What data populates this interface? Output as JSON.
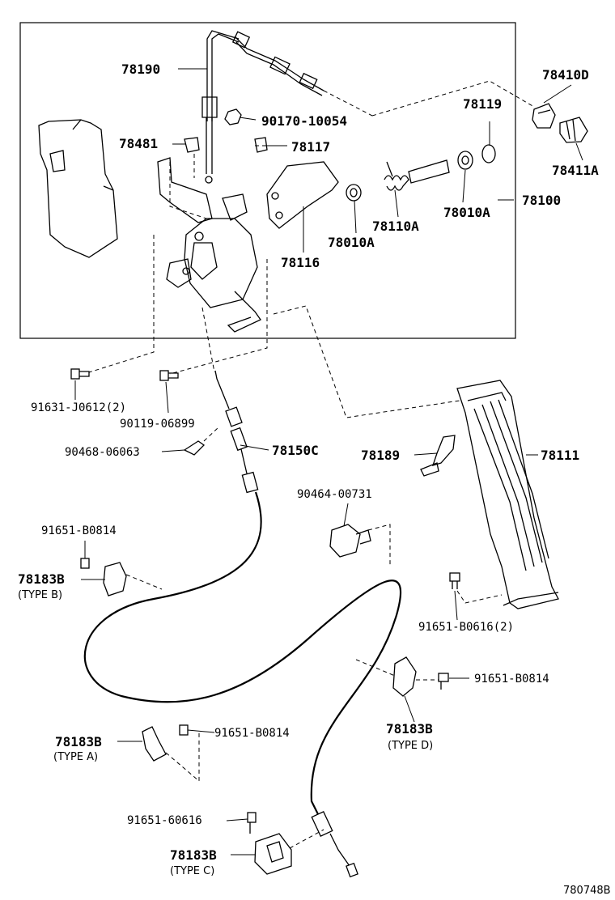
{
  "labels": {
    "p78190": "78190",
    "p78410D": "78410D",
    "p78119": "78119",
    "p90170": "90170-10054",
    "p78481": "78481",
    "p78117": "78117",
    "p78411A": "78411A",
    "p78100": "78100",
    "p78010A_r": "78010A",
    "p78110A": "78110A",
    "p78010A_l": "78010A",
    "p78116": "78116",
    "p91631": "91631-J0612(2)",
    "p90119": "90119-06899",
    "p90468": "90468-06063",
    "p78150C": "78150C",
    "p78189": "78189",
    "p78111": "78111",
    "p90464": "90464-00731",
    "p91651_top": "91651-B0814",
    "p78183B_b": "78183B",
    "type_b": "(TYPE B)",
    "p91651_b0616": "91651-B0616(2)",
    "p91651_right": "91651-B0814",
    "p78183B_d": "78183B",
    "type_d": "(TYPE D)",
    "p78183B_a": "78183B",
    "type_a": "(TYPE A)",
    "p91651_mid": "91651-B0814",
    "p91651_60616": "91651-60616",
    "p78183B_c": "78183B",
    "type_c": "(TYPE C)",
    "diagram_code": "780748B"
  }
}
